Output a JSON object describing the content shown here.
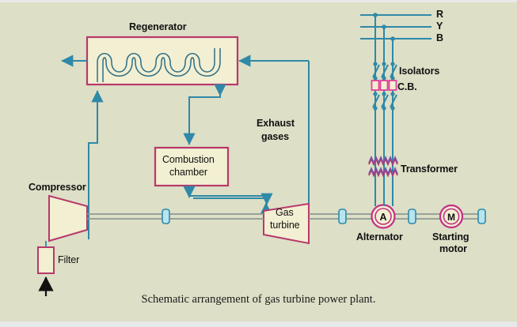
{
  "figure": {
    "caption": "Schematic arrangement of gas turbine power plant.",
    "background_color": "#dddfc6",
    "flow_line_color": "#2f89a8",
    "component_outline_color": "#b8386b",
    "component_fill_color": "#f2efd2",
    "shaft_color": "#8d9a93",
    "text_color": "#111111"
  },
  "components": {
    "regenerator": {
      "label": "Regenerator"
    },
    "combustion_chamber": {
      "label": "Combustion\nchamber",
      "line1": "Combustion",
      "line2": "chamber"
    },
    "compressor": {
      "label": "Compressor"
    },
    "filter": {
      "label": "Filter"
    },
    "gas_turbine": {
      "label": "Gas\nturbine",
      "line1": "Gas",
      "line2": "turbine"
    },
    "exhaust": {
      "label": "Exhaust\ngases",
      "line1": "Exhaust",
      "line2": "gases"
    },
    "alternator": {
      "label": "Alternator",
      "symbol": "A"
    },
    "starting_motor": {
      "label": "Starting\nmotor",
      "line1": "Starting",
      "line2": "motor",
      "symbol": "M"
    },
    "transformer": {
      "label": "Transformer"
    },
    "isolators": {
      "label": "Isolators"
    },
    "circuit_breaker": {
      "label": "C.B."
    }
  },
  "busbars": {
    "phases": [
      {
        "name": "R"
      },
      {
        "name": "Y"
      },
      {
        "name": "B"
      }
    ]
  }
}
